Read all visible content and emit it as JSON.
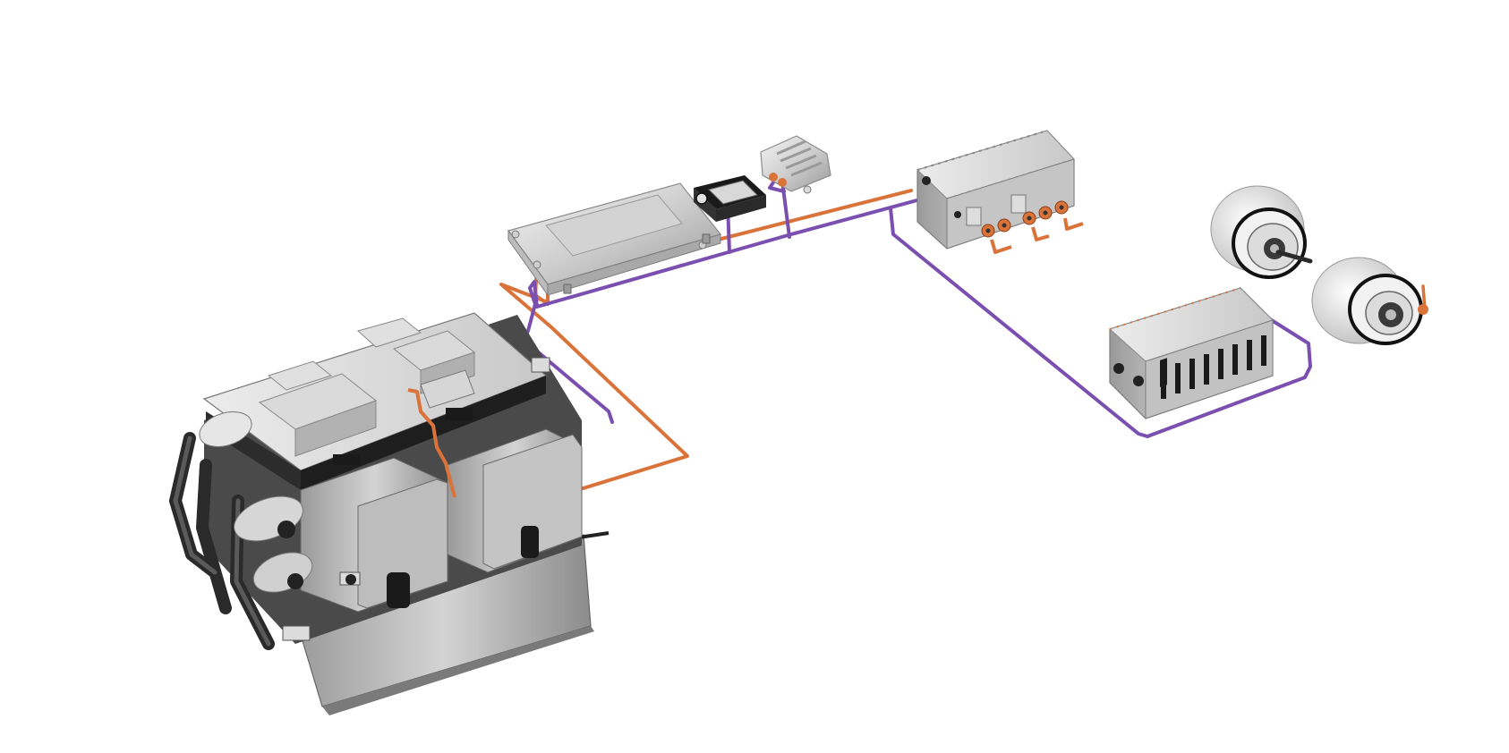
{
  "diagram": {
    "background": "#ffffff",
    "colors": {
      "cable_orange": "#d9733a",
      "cable_purple": "#7a4fb0",
      "metal_light": "#e6e6e6",
      "metal_mid": "#bdbdbd",
      "metal_dark": "#8a8a8a",
      "black": "#1a1a1a"
    },
    "components": [
      {
        "id": "power-module",
        "icon": "power-electronics-module"
      },
      {
        "id": "control-board",
        "icon": "control-board"
      },
      {
        "id": "gateway",
        "icon": "interface-connector"
      },
      {
        "id": "communication-adapter",
        "icon": "comm-adapter"
      },
      {
        "id": "io-module",
        "icon": "io-module"
      },
      {
        "id": "terminal-module",
        "icon": "terminal-block-module"
      },
      {
        "id": "encoder-1",
        "icon": "encoder"
      },
      {
        "id": "encoder-2",
        "icon": "encoder"
      }
    ],
    "connections": [
      {
        "id": "orange-control-to-io",
        "color": "cable_orange"
      },
      {
        "id": "purple-control-to-io",
        "color": "cable_purple"
      },
      {
        "id": "orange-board-to-power",
        "color": "cable_orange"
      },
      {
        "id": "purple-board-drop",
        "color": "cable_purple"
      },
      {
        "id": "purple-io-to-terminal",
        "color": "cable_purple"
      },
      {
        "id": "orange-encoder-lead",
        "color": "cable_orange"
      }
    ]
  }
}
